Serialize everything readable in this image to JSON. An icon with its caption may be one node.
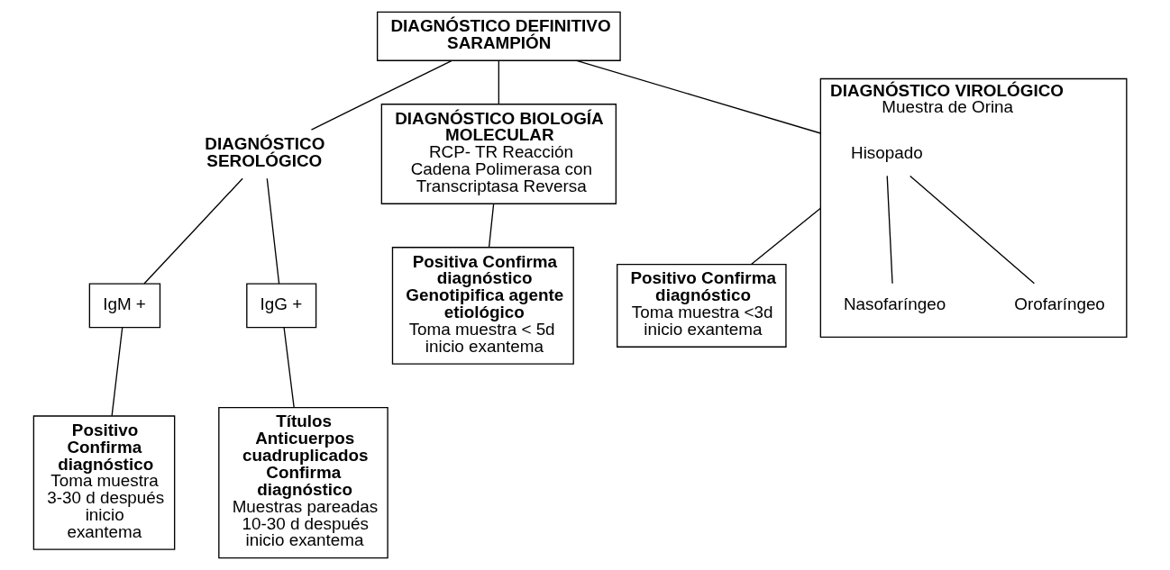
{
  "diagram": {
    "nodes": [
      {
        "text": [
          "DIAGNÓSTICO DEFINITIVO SARAMPIÓN"
        ]
      },
      {
        "text": [
          "DIAGNÓSTICO SEROLÓGICO"
        ]
      },
      {
        "text": [
          "IgM +"
        ]
      },
      {
        "text": [
          "IgG +"
        ]
      },
      {
        "text": [
          "Positivo Confirma diagnóstico",
          "Toma muestra 3-30 d después inicio exantema"
        ]
      },
      {
        "text": [
          "Títulos Anticuerpos cuadruplicados Confirma diagnóstico",
          "Muestras pareadas 10-30 d después inicio exantema"
        ]
      },
      {
        "text": [
          "DIAGNÓSTICO BIOLOGÍA MOLECULAR",
          "RCP- TR Reacción Cadena Polimerasa con Transcriptasa Reversa"
        ]
      },
      {
        "text": [
          "Positiva Confirma diagnóstico Genotipifica agente etiológico",
          "Toma muestra < 5d  inicio exantema"
        ]
      },
      {
        "text": [
          "DIAGNÓSTICO VIROLÓGICO",
          "Muestra de Orina"
        ]
      },
      {
        "text": [
          "Hisopado"
        ],
        "in": 8
      },
      {
        "text": [
          "Nasofaríngeo"
        ],
        "in": 8
      },
      {
        "text": [
          "Orofaríngeo"
        ],
        "in": 8
      },
      {
        "text": [
          "Positivo Confirma diagnóstico",
          "Toma muestra <3d inicio exantema"
        ]
      }
    ],
    "edges": [
      {
        "from": 0,
        "to": 1,
        "arrow": "none"
      },
      {
        "from": 0,
        "to": 6,
        "arrow": "none"
      },
      {
        "from": 0,
        "to": 8,
        "arrow": "none"
      },
      {
        "from": 1,
        "to": 2,
        "arrow": "none"
      },
      {
        "from": 1,
        "to": 3,
        "arrow": "none"
      },
      {
        "from": 2,
        "to": 4,
        "arrow": "none"
      },
      {
        "from": 3,
        "to": 5,
        "arrow": "none"
      },
      {
        "from": 6,
        "to": 7,
        "arrow": "none"
      },
      {
        "from": 8,
        "to": 12,
        "arrow": "none"
      },
      {
        "from": 9,
        "to": 10,
        "arrow": "none"
      },
      {
        "from": 9,
        "to": 11,
        "arrow": "none"
      }
    ]
  }
}
